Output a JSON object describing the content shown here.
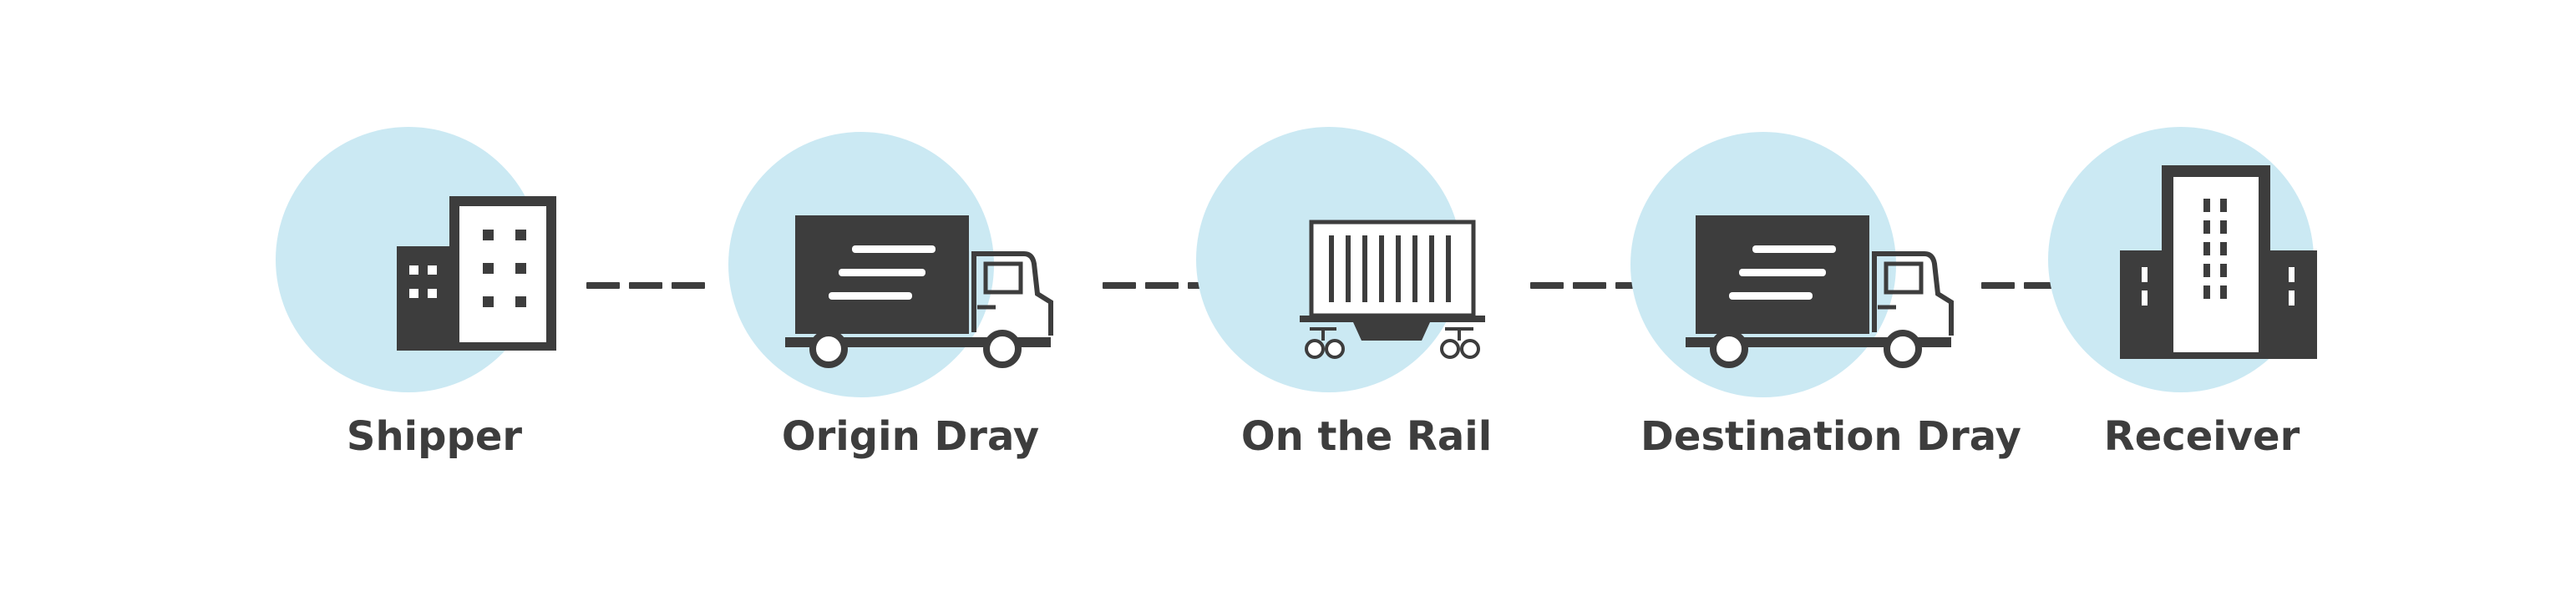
{
  "colors": {
    "icon": "#3d3d3d",
    "circle": "#cbe9f3",
    "icon_highlight": "#ffffff"
  },
  "steps": [
    {
      "label": "Shipper",
      "icon": "building-icon"
    },
    {
      "label": "Origin Dray",
      "icon": "truck-icon"
    },
    {
      "label": "On the Rail",
      "icon": "rail-container-icon"
    },
    {
      "label": "Destination Dray",
      "icon": "truck-icon"
    },
    {
      "label": "Receiver",
      "icon": "tall-building-icon"
    }
  ]
}
